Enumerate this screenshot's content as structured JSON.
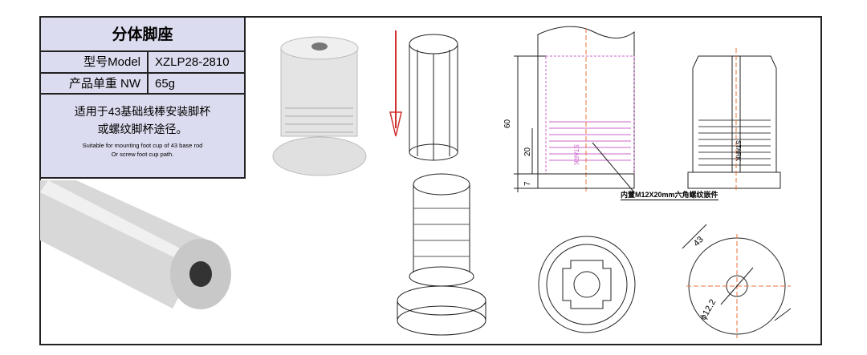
{
  "spec": {
    "title": "分体脚座",
    "model_label": "型号Model",
    "model_value": "XZLP28-2810",
    "weight_label": "产品单重 NW",
    "weight_value": "65g",
    "desc_cn_1": "适用于43基础线棒安装脚杯",
    "desc_cn_2": "或螺纹脚杯途径。",
    "desc_en_1": "Suitable for mounting foot cup of 43 base rod",
    "desc_en_2": "Or screw foot cup path."
  },
  "drawing": {
    "dim_60": "60",
    "dim_20": "20",
    "dim_7": "7",
    "dim_43": "43",
    "dim_12": "ϕ12.2",
    "callout": "内置M12X20mm六角螺纹嵌件",
    "brand": "STARK"
  },
  "colors": {
    "frame": "#222222",
    "table_bg": "#dcdcf0",
    "hidden_line": "#cc66cc",
    "center_line": "#e8703a",
    "arrow": "#d03030"
  }
}
